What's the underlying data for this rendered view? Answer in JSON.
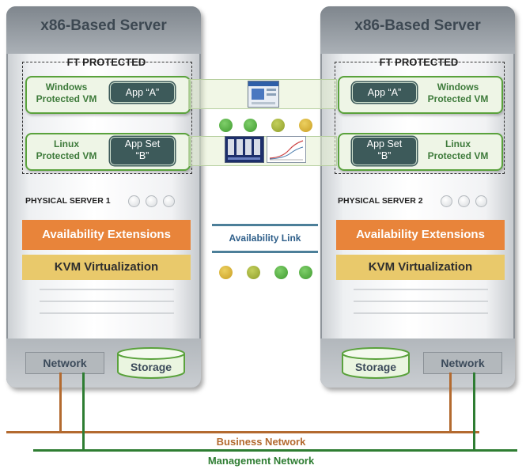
{
  "servers": [
    {
      "title": "x86-Based Server",
      "ft_label": "FT PROTECTED",
      "vm1_name": "Windows\nProtected VM",
      "vm1_app": "App “A”",
      "vm2_name": "Linux\nProtected VM",
      "vm2_app": "App Set\n“B”",
      "physical_label": "PHYSICAL  SERVER 1",
      "availability_extensions": "Availability Extensions",
      "kvm": "KVM Virtualization",
      "network": "Network",
      "storage": "Storage"
    },
    {
      "title": "x86-Based Server",
      "ft_label": "FT PROTECTED",
      "vm1_name": "Windows\nProtected VM",
      "vm1_app": "App “A”",
      "vm2_name": "Linux\nProtected VM",
      "vm2_app": "App Set\n“B”",
      "physical_label": "PHYSICAL  SERVER 2",
      "availability_extensions": "Availability Extensions",
      "kvm": "KVM Virtualization",
      "network": "Network",
      "storage": "Storage"
    }
  ],
  "availability_link": "Availability Link",
  "business_network": "Business Network",
  "management_network": "Management Network",
  "colors": {
    "green_vm": "#5aa23c",
    "app_box": "#3d5a5a",
    "availability_extensions": "#e8843a",
    "kvm": "#e9c96b",
    "business_network": "#b36a2f",
    "management_network": "#2e7d32",
    "link_line": "#4c7f99",
    "link_label": "#2f5f8a",
    "dot_green": "#4aa53a",
    "dot_olive": "#a3b23a",
    "dot_gold": "#d4b035"
  },
  "link_dots_top": [
    "dot_green",
    "dot_green",
    "dot_olive",
    "dot_gold"
  ],
  "link_dots_bottom": [
    "dot_gold",
    "dot_olive",
    "dot_green",
    "dot_green"
  ]
}
